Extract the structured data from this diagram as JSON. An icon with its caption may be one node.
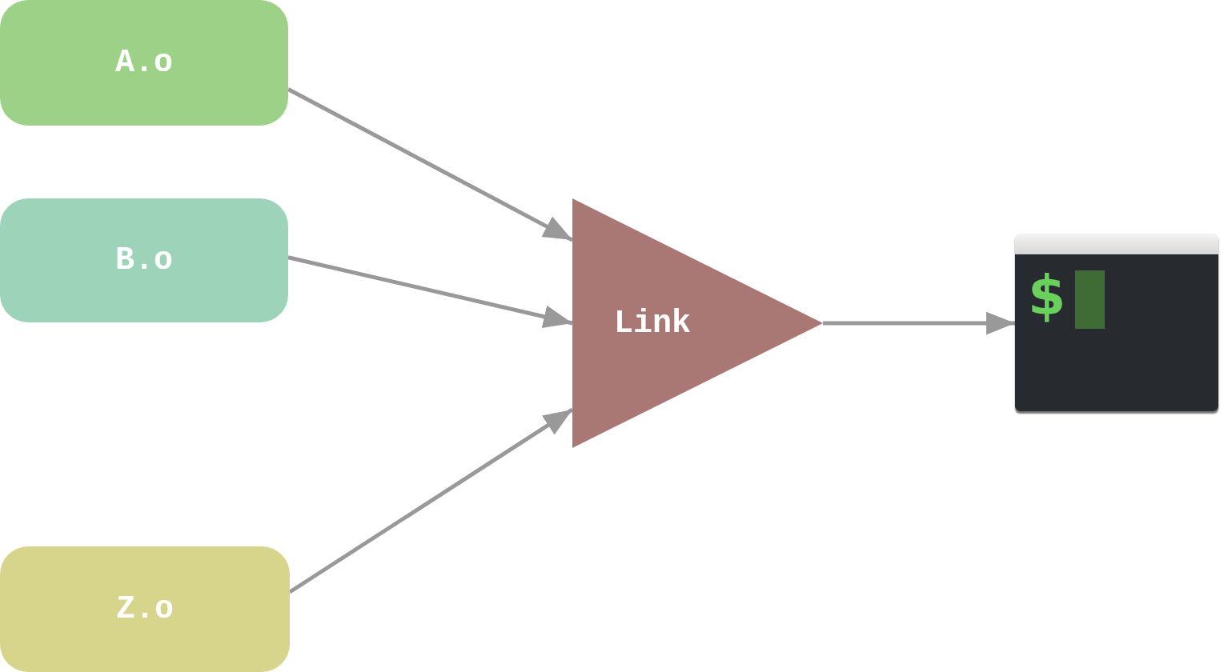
{
  "diagram": {
    "nodes": [
      {
        "text": [
          "A.o"
        ]
      },
      {
        "text": [
          "B.o"
        ]
      },
      {
        "text": [
          "Z.o"
        ]
      },
      {
        "text": [
          "Link"
        ]
      },
      {
        "text": [
          "$"
        ]
      }
    ],
    "edges": [
      {
        "from": 0,
        "to": 3,
        "arrow": "to"
      },
      {
        "from": 1,
        "to": 3,
        "arrow": "to"
      },
      {
        "from": 2,
        "to": 3,
        "arrow": "to"
      },
      {
        "from": 3,
        "to": 4,
        "arrow": "to"
      }
    ]
  }
}
